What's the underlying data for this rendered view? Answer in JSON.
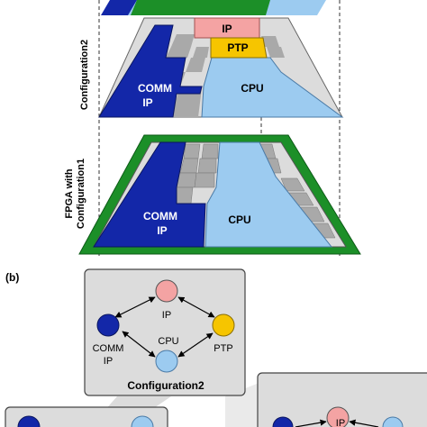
{
  "panel_b_label": "(b)",
  "side_labels": {
    "configuration2": "Configuration2",
    "fpga_line1": "FPGA with",
    "fpga_line2": "Configuration1"
  },
  "layer_config2": {
    "ip": "IP",
    "ptp": "PTP",
    "comm_line1": "COMM",
    "comm_line2": "IP",
    "cpu": "CPU"
  },
  "layer_config1": {
    "comm_line1": "COMM",
    "comm_line2": "IP",
    "cpu": "CPU"
  },
  "graph_config2": {
    "caption": "Configuration2",
    "node_ip": "IP",
    "node_cpu": "CPU",
    "node_ptp": "PTP",
    "node_comm_line1": "COMM",
    "node_comm_line2": "IP"
  },
  "graph_partial": {
    "node_ip": "IP"
  },
  "colors": {
    "comm": "#1327a8",
    "cpu": "#9ccbf0",
    "ip": "#f4a3a3",
    "ptp": "#f6c500",
    "green": "#1c8f28",
    "grey_panel": "#dcdcdc",
    "grey_cell": "#a9a9a9"
  }
}
